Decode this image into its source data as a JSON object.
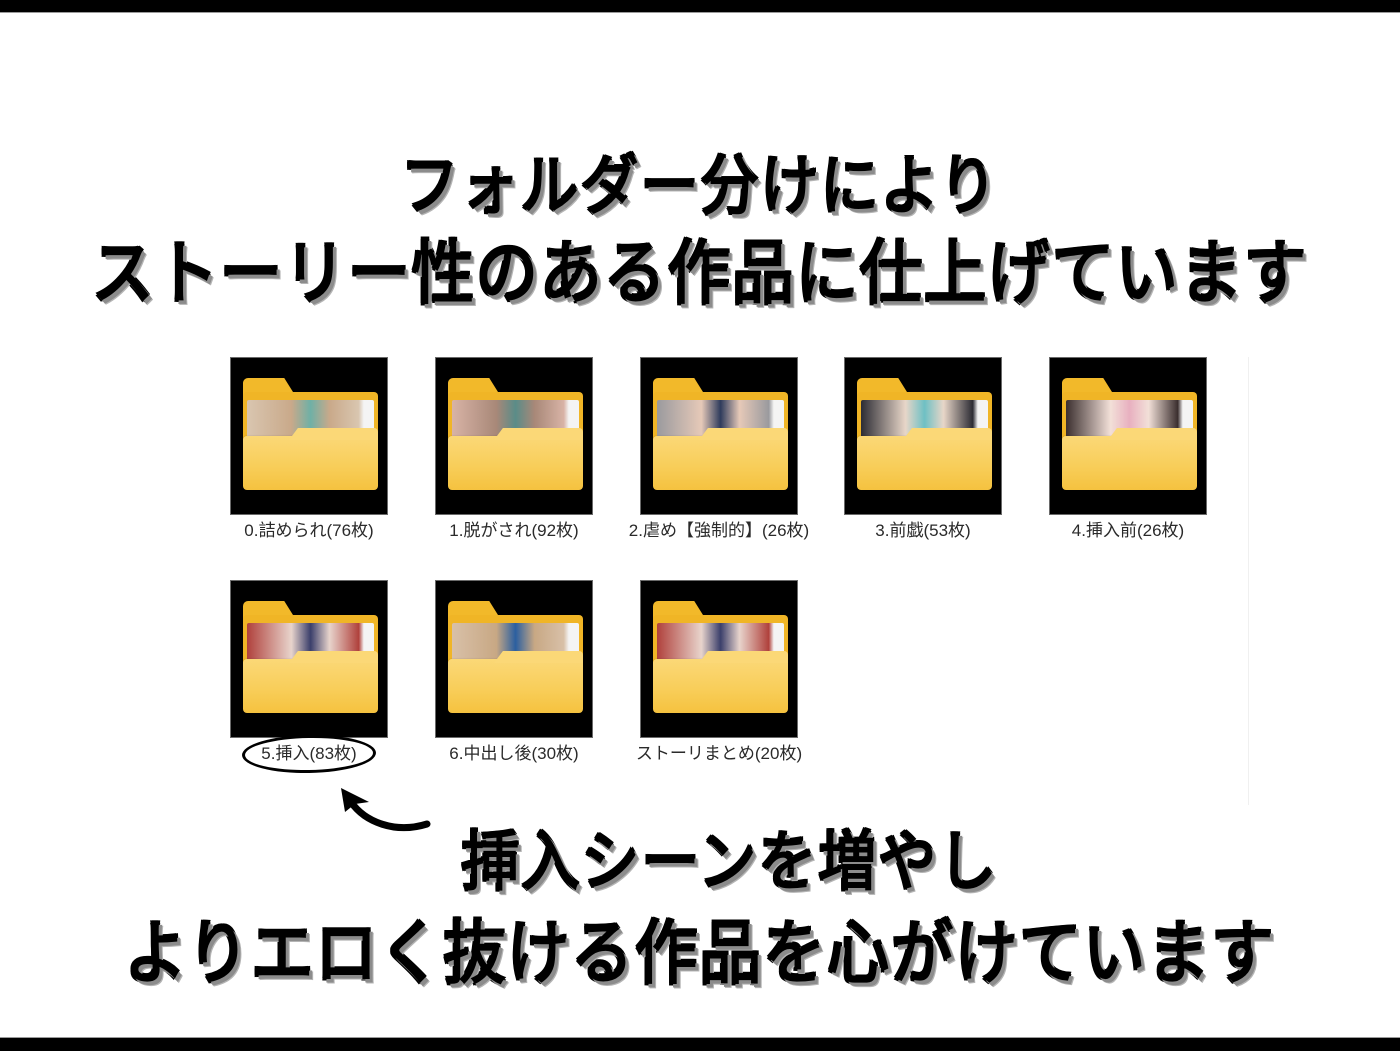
{
  "headline_top": {
    "line1": "フォルダー分けにより",
    "line2": "ストーリー性のある作品に仕上げています"
  },
  "headline_bottom": {
    "line1": "挿入シーンを増やし",
    "line2": "よりエロく抜ける作品を心がけています"
  },
  "colors": {
    "folder_back": "#f0b526",
    "folder_front": "#f8ce5a",
    "thumb_bg": "#000000",
    "text": "#000000",
    "label_text": "#2a2a2a"
  },
  "folders": [
    {
      "label": "0.詰められ(76枚)",
      "icon": "folder-icon",
      "preview": [
        "#d9c6b0",
        "#6fb0a6",
        "#c9a98a"
      ]
    },
    {
      "label": "1.脱がされ(92枚)",
      "icon": "folder-icon",
      "preview": [
        "#d8b3a6",
        "#5a8c88",
        "#a88878"
      ]
    },
    {
      "label": "2.虐め【強制的】(26枚)",
      "icon": "folder-icon",
      "preview": [
        "#9a9a9e",
        "#2e3b5c",
        "#e6c9b8"
      ]
    },
    {
      "label": "3.前戯(53枚)",
      "icon": "folder-icon",
      "preview": [
        "#2c2c34",
        "#6ec0c4",
        "#e8d6c8"
      ]
    },
    {
      "label": "4.挿入前(26枚)",
      "icon": "folder-icon",
      "preview": [
        "#3b2f2f",
        "#e8b0c0",
        "#f2e0d8"
      ]
    },
    {
      "label": "5.挿入(83枚)",
      "icon": "folder-icon",
      "preview": [
        "#b0413c",
        "#3b3f6b",
        "#e8d4cc"
      ],
      "highlighted": true
    },
    {
      "label": "6.中出し後(30枚)",
      "icon": "folder-icon",
      "preview": [
        "#d8c0a8",
        "#2b5fa0",
        "#c8a884"
      ]
    },
    {
      "label": "ストーリまとめ(20枚)",
      "icon": "folder-icon",
      "preview": [
        "#b0413c",
        "#3b3f6b",
        "#e8d4cc"
      ]
    }
  ],
  "annotation": {
    "highlight": "ellipse-around-5",
    "arrow": "curved-arrow-up-left"
  }
}
